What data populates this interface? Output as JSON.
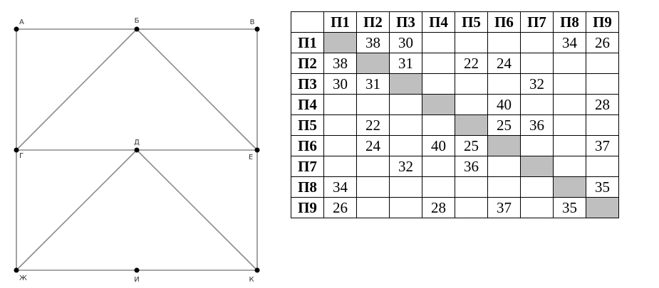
{
  "graph": {
    "line_color": "#8c8c8c",
    "node_color": "#000000",
    "nodes": [
      {
        "id": "A",
        "label": "А"
      },
      {
        "id": "B",
        "label": "Б"
      },
      {
        "id": "V",
        "label": "В"
      },
      {
        "id": "G",
        "label": "Г"
      },
      {
        "id": "D",
        "label": "Д"
      },
      {
        "id": "E",
        "label": "Е"
      },
      {
        "id": "Zh",
        "label": "Ж"
      },
      {
        "id": "I",
        "label": "И"
      },
      {
        "id": "K",
        "label": "К"
      }
    ],
    "edges": [
      [
        "A",
        "B"
      ],
      [
        "B",
        "V"
      ],
      [
        "A",
        "G"
      ],
      [
        "V",
        "E"
      ],
      [
        "G",
        "B"
      ],
      [
        "B",
        "E"
      ],
      [
        "G",
        "E"
      ],
      [
        "G",
        "Zh"
      ],
      [
        "E",
        "K"
      ],
      [
        "Zh",
        "D"
      ],
      [
        "D",
        "K"
      ],
      [
        "Zh",
        "I"
      ],
      [
        "I",
        "K"
      ]
    ]
  },
  "table": {
    "diag_color": "#bfbfbf",
    "headers": [
      "П1",
      "П2",
      "П3",
      "П4",
      "П5",
      "П6",
      "П7",
      "П8",
      "П9"
    ],
    "rows": [
      [
        "",
        "38",
        "30",
        "",
        "",
        "",
        "",
        "34",
        "26"
      ],
      [
        "38",
        "",
        "31",
        "",
        "22",
        "24",
        "",
        "",
        ""
      ],
      [
        "30",
        "31",
        "",
        "",
        "",
        "",
        "32",
        "",
        ""
      ],
      [
        "",
        "",
        "",
        "",
        "",
        "40",
        "",
        "",
        "28"
      ],
      [
        "",
        "22",
        "",
        "",
        "",
        "25",
        "36",
        "",
        ""
      ],
      [
        "",
        "24",
        "",
        "40",
        "25",
        "",
        "",
        "",
        "37"
      ],
      [
        "",
        "",
        "32",
        "",
        "36",
        "",
        "",
        "",
        ""
      ],
      [
        "34",
        "",
        "",
        "",
        "",
        "",
        "",
        "",
        "35"
      ],
      [
        "26",
        "",
        "",
        "28",
        "",
        "37",
        "",
        "35",
        ""
      ]
    ]
  }
}
